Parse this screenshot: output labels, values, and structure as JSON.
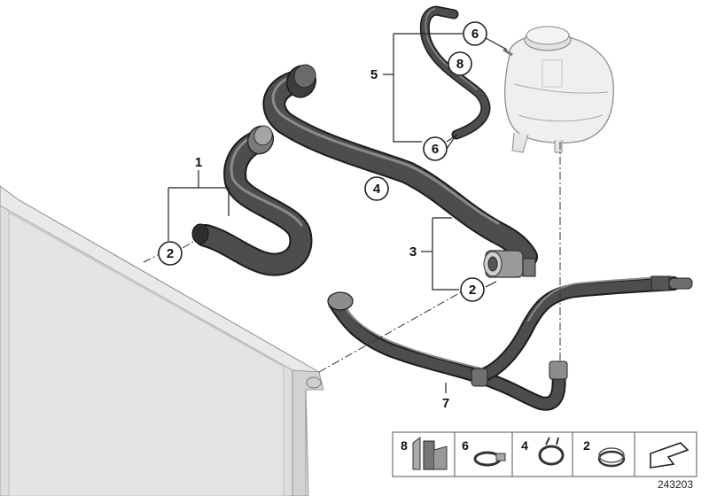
{
  "callouts": [
    {
      "id": "c1",
      "label": "1"
    },
    {
      "id": "c2a",
      "label": "2"
    },
    {
      "id": "c2b",
      "label": "2"
    },
    {
      "id": "c3",
      "label": "3"
    },
    {
      "id": "c4",
      "label": "4"
    },
    {
      "id": "c5",
      "label": "5"
    },
    {
      "id": "c6a",
      "label": "6"
    },
    {
      "id": "c6b",
      "label": "6"
    },
    {
      "id": "c7",
      "label": "7"
    },
    {
      "id": "c8",
      "label": "8"
    }
  ],
  "legend": [
    {
      "label": "8",
      "icon": "bracket-clip-icon"
    },
    {
      "label": "6",
      "icon": "hose-clamp-icon"
    },
    {
      "label": "4",
      "icon": "spring-clamp-icon"
    },
    {
      "label": "2",
      "icon": "wire-clamp-icon"
    },
    {
      "label": "",
      "icon": "arrow-corner-icon"
    }
  ],
  "diagram_number": "243203",
  "colors": {
    "hose": "#4d4d4d",
    "outline": "#1c1c1c",
    "radiator": "#e6e6e6",
    "tank": "#eeeeee"
  }
}
